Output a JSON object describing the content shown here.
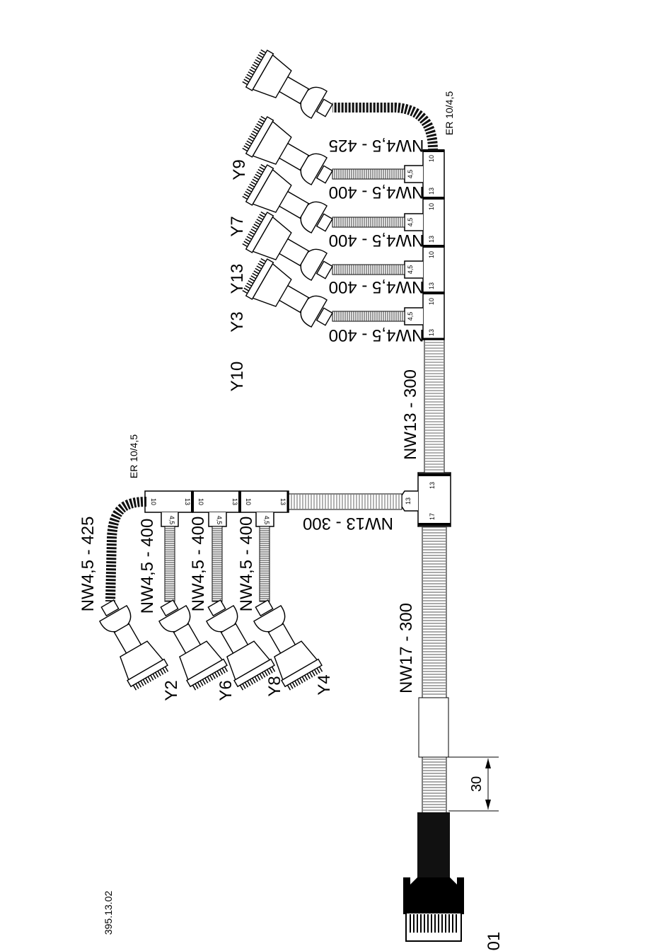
{
  "document_id": "395.13.02",
  "main_connector_label": "01",
  "dimension_label": "30",
  "main_hose_label": "NW17 - 300",
  "branch_hose_left_label": "NW13 - 300",
  "branch_hose_right_label": "NW13 - 300",
  "left_group": {
    "end_reducer_label": "ER 10/4,5",
    "hoses": [
      "NW4,5 - 425",
      "NW4,5 - 400",
      "NW4,5 - 400",
      "NW4,5 - 400"
    ],
    "valves": [
      "Y2",
      "Y6",
      "Y8",
      "Y4"
    ]
  },
  "right_group": {
    "end_reducer_label": "ER 10/4,5",
    "hoses": [
      "NW4,5 - 425",
      "NW4,5 - 400",
      "NW4,5 - 400",
      "NW4,5 - 400",
      "NW4,5 - 400"
    ],
    "valves": [
      "Y9",
      "Y7",
      "Y13",
      "Y3",
      "Y10"
    ]
  },
  "tee_ports": {
    "a": "13",
    "b": "13",
    "c": "17"
  },
  "tee_small_ports": {
    "a": "10",
    "b": "13",
    "c": "4,5"
  }
}
